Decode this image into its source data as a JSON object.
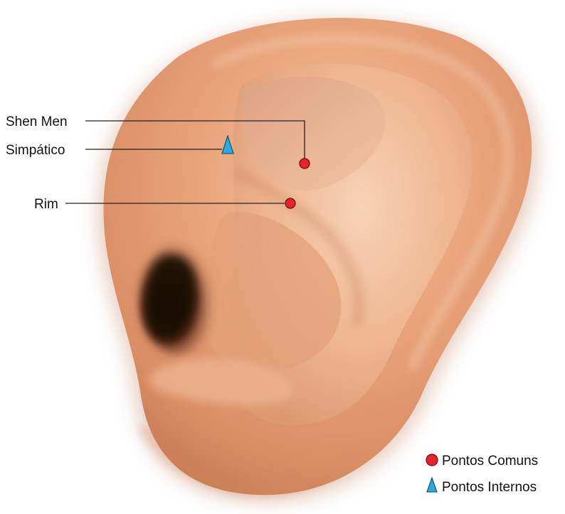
{
  "points": [
    {
      "label": "Shen Men",
      "kind": "comum"
    },
    {
      "label": "Simpático",
      "kind": "interno"
    },
    {
      "label": "Rim",
      "kind": "comum"
    }
  ],
  "legend": {
    "comum_label": "Pontos Comuns",
    "interno_label": "Pontos Internos"
  },
  "colors": {
    "comum": "#e8232c",
    "interno": "#29abe2",
    "skin": "#e9a77f",
    "leader_line": "#222222"
  },
  "icons": {
    "comum": "red-circle-marker",
    "interno": "blue-triangle-marker"
  }
}
